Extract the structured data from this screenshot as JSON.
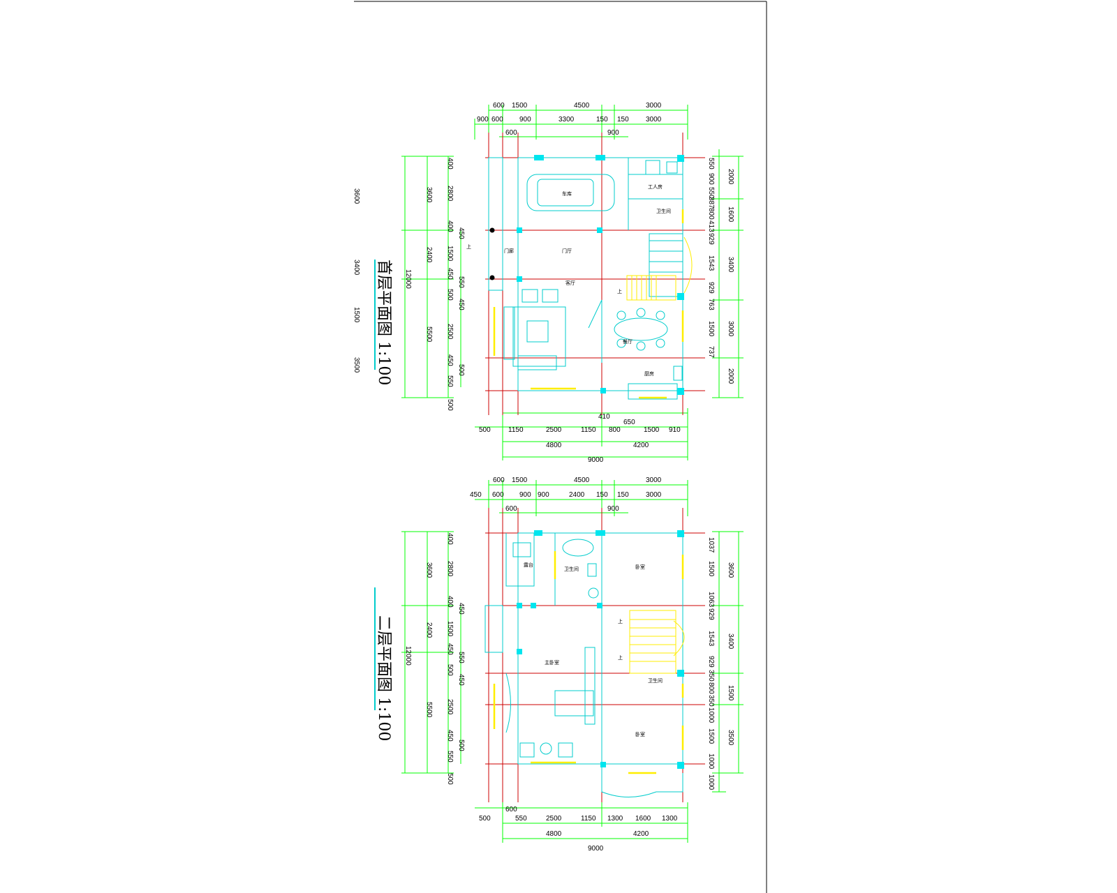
{
  "titles": {
    "first": "首层平面图 1:100",
    "second": "二层平面图 1:100"
  },
  "colors": {
    "dimension": "#00ff00",
    "wall_axis": "#cc0000",
    "furniture": "#00cccc",
    "window": "#ffee00",
    "column": "#00e5ee",
    "frame": "#000000"
  },
  "first_floor": {
    "top_row1": [
      "600",
      "1500",
      "4500",
      "3000"
    ],
    "top_row2": [
      "900",
      "600",
      "900",
      "3300",
      "150",
      "150",
      "3000"
    ],
    "top_row3": [
      "600",
      "900"
    ],
    "left_outer": [
      "3600",
      "2400",
      "5500"
    ],
    "left_total": "12000",
    "left_inner": [
      "400",
      "2800",
      "400",
      "1500",
      "450",
      "500",
      "2500",
      "450",
      "550",
      "500"
    ],
    "left_inner2": [
      "450",
      "550",
      "450",
      "500"
    ],
    "left_faint": [
      "3600",
      "3400",
      "1500",
      "3500"
    ],
    "right_inner": [
      "550",
      "900",
      "550",
      "387",
      "800",
      "413",
      "929",
      "1543",
      "929",
      "763",
      "1500",
      "737"
    ],
    "right_outer": [
      "2000",
      "1600",
      "3400",
      "3000",
      "2000"
    ],
    "bottom_row1": [
      "410",
      "650"
    ],
    "bottom_row2": [
      "500",
      "1150",
      "2500",
      "1150",
      "800",
      "1500",
      "910"
    ],
    "bottom_row3": [
      "4800",
      "4200"
    ],
    "bottom_total": "9000",
    "rooms": {
      "garage": "车库",
      "maid": "工人房",
      "wc": "卫生间",
      "foyer": "门厅",
      "porch": "门廊",
      "living": "客厅",
      "dining": "餐厅",
      "kitchen": "厨房",
      "up1": "上",
      "up2": "上"
    }
  },
  "second_floor": {
    "top_row1": [
      "600",
      "1500",
      "4500",
      "3000"
    ],
    "top_row2": [
      "450",
      "600",
      "900",
      "900",
      "2400",
      "150",
      "150",
      "3000"
    ],
    "top_row3": [
      "600",
      "900"
    ],
    "left_outer": [
      "3600",
      "2400",
      "5500"
    ],
    "left_total": "12000",
    "left_inner": [
      "400",
      "2800",
      "400",
      "1500",
      "450",
      "500",
      "2500",
      "450",
      "550",
      "500"
    ],
    "left_inner2": [
      "450",
      "550",
      "450",
      "500"
    ],
    "right_inner": [
      "1037",
      "1500",
      "1063",
      "929",
      "1543",
      "929",
      "350",
      "800",
      "350",
      "1000",
      "1500",
      "1000",
      "1000"
    ],
    "right_outer": [
      "3600",
      "3400",
      "1500",
      "3500"
    ],
    "bottom_row1": [
      "600"
    ],
    "bottom_row2": [
      "500",
      "550",
      "2500",
      "1150",
      "1300",
      "1600",
      "1300"
    ],
    "bottom_row3": [
      "4800",
      "4200"
    ],
    "bottom_total": "9000",
    "rooms": {
      "terrace": "露台",
      "wc1": "卫生间",
      "bed1": "卧室",
      "master": "主卧室",
      "wc2": "卫生间",
      "bed2": "卧室",
      "up1": "上",
      "up2": "上"
    }
  }
}
